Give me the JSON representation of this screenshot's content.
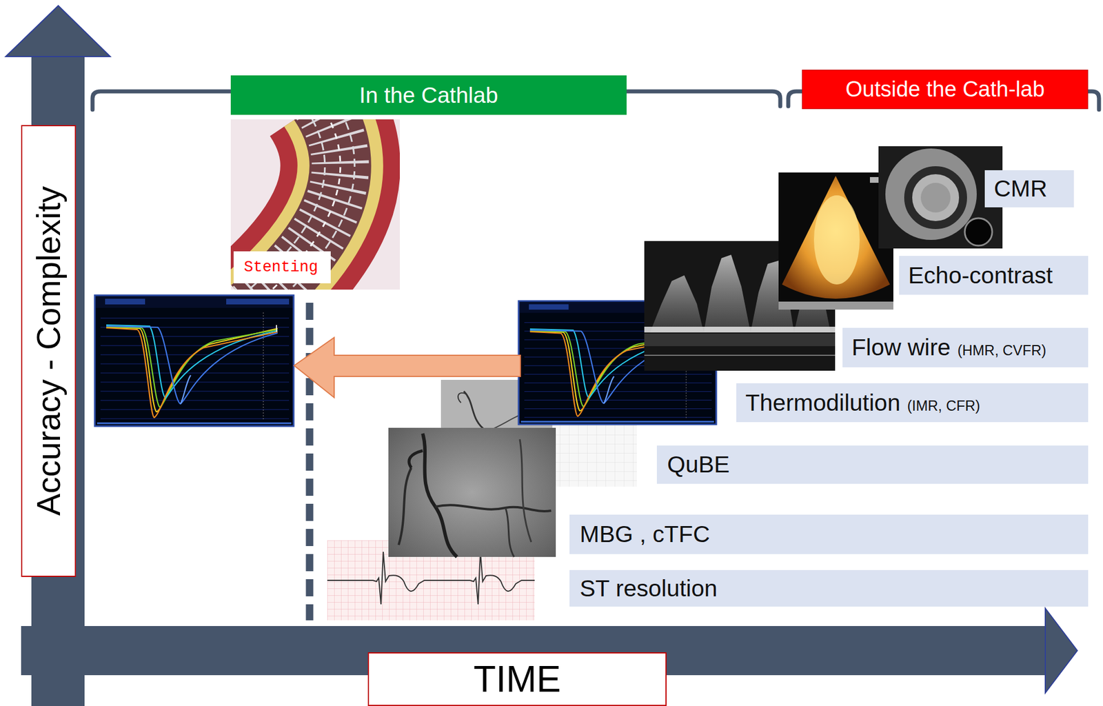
{
  "diagram": {
    "nodes": [
      {
        "text": [
          "In the Cathlab"
        ]
      },
      {
        "text": [
          "Outside the Cath-lab"
        ]
      },
      {
        "text": [
          "Accuracy - Complexity"
        ]
      },
      {
        "text": [
          "Stenting"
        ]
      },
      {
        "text": [
          "CMR"
        ]
      },
      {
        "text": [
          "Echo-contrast"
        ]
      },
      {
        "text": [
          "Flow wire",
          "(HMR, CVFR)"
        ]
      },
      {
        "text": [
          "Thermodilution",
          "(IMR, CFR)"
        ]
      },
      {
        "text": [
          "QuBE"
        ]
      },
      {
        "text": [
          "MBG , cTFC"
        ]
      },
      {
        "text": [
          "ST resolution"
        ]
      },
      {
        "text": [
          "TIME"
        ]
      }
    ]
  }
}
